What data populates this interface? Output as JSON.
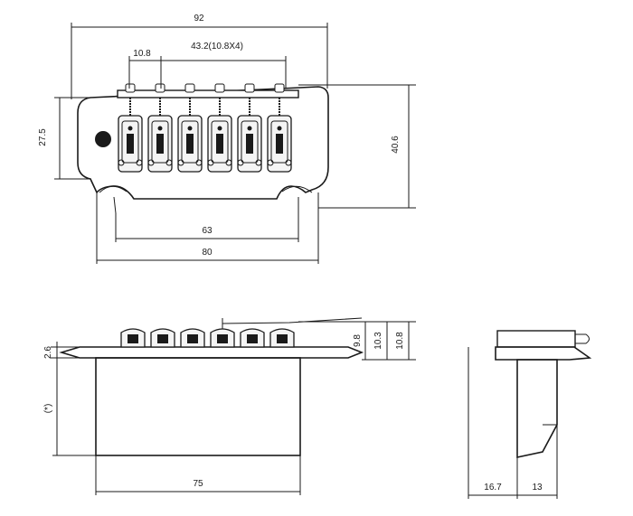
{
  "colors": {
    "line": "#1a1a1a",
    "paper": "#ffffff"
  },
  "dimensions": {
    "top_overall_width": "92",
    "saddle_spacing": "10.8",
    "string_spacing_total": "43.2(10.8X4)",
    "plate_depth": "27.5",
    "overall_depth": "40.6",
    "block_width": "63",
    "plate_width": "80",
    "front_height_1": "9.8",
    "front_height_2": "10.3",
    "front_height_3": "10.8",
    "plate_thickness": "2.6",
    "block_height": "(*)",
    "block_length_front": "75",
    "side_offset": "16.7",
    "side_block_depth": "13"
  }
}
